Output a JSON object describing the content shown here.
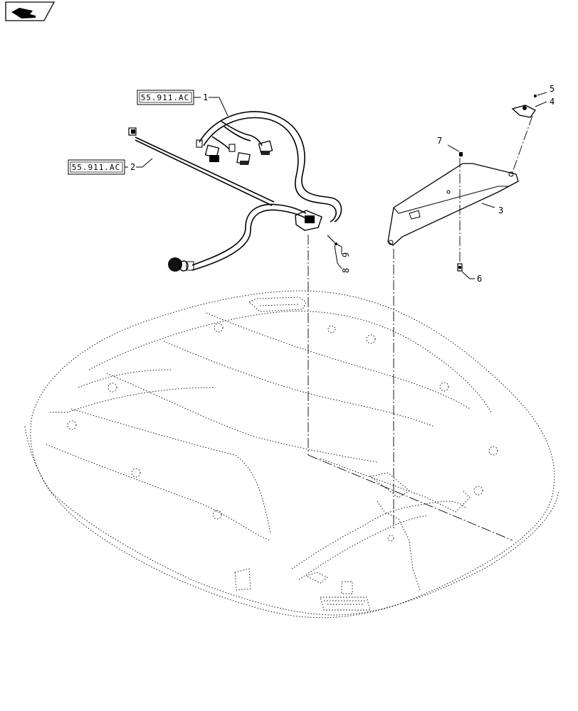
{
  "corner_icon": "print-icon",
  "references": [
    {
      "id": "ref-1",
      "label": "55.911.AC",
      "callout": "1"
    },
    {
      "id": "ref-2",
      "label": "55.911.AC",
      "callout": "2"
    }
  ],
  "callouts": [
    "3",
    "4",
    "5",
    "6",
    "7",
    "8",
    "9"
  ],
  "colors": {
    "line": "#000000",
    "background": "#ffffff"
  }
}
